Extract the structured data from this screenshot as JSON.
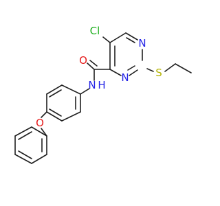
{
  "molecule": {
    "colors": {
      "bond": "#1f1f1f",
      "nitrogen": "#2323e6",
      "oxygen": "#e61c1c",
      "sulfur": "#b3b300",
      "chlorine": "#20b020",
      "background": "#ffffff"
    },
    "labels": {
      "cl": "Cl",
      "o_carbonyl": "O",
      "nh": "N",
      "nh_h": "H",
      "n_ring_1": "N",
      "n_ring_3": "N",
      "s": "S",
      "o_ether": "O"
    }
  }
}
